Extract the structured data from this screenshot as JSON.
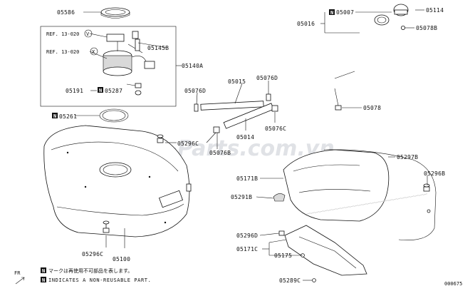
{
  "watermark": "S-Parts.com.vn",
  "legend": {
    "fr_label": "FR",
    "badge": "N",
    "note_japanese": "マークは再使用不可部品を表します。",
    "note_english": "INDICATES A NON-REUSABLE PART."
  },
  "diagram_id": "000675",
  "references": {
    "ref_v": "REF. 13-020",
    "ref_v_circle": "V",
    "ref_x": "REF. 13-020",
    "ref_x_circle": "X"
  },
  "parts": {
    "p05586": "05586",
    "p05145b": "05145B",
    "p05140a": "05140A",
    "p05191": "05191",
    "p05287": "05287",
    "p05261": "05261",
    "p05007": "05007",
    "p05114": "05114",
    "p05016": "05016",
    "p05078b": "05078B",
    "p05015": "05015",
    "p05076d_a": "05076D",
    "p05076d_b": "05076D",
    "p05078": "05078",
    "p05076c": "05076C",
    "p05014": "05014",
    "p05296c_a": "05296C",
    "p05076b": "05076B",
    "p05297b": "05297B",
    "p05171b": "05171B",
    "p05296b": "05296B",
    "p05291b": "05291B",
    "p05296d": "05296D",
    "p05171c": "05171C",
    "p05175": "05175",
    "p05289c": "05289C",
    "p05296c_b": "05296C",
    "p05100": "05100"
  }
}
